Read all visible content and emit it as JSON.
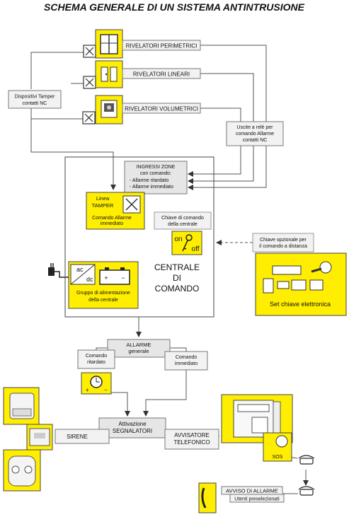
{
  "title": "SCHEMA GENERALE DI UN SISTEMA ANTINTRUSIONE",
  "colors": {
    "yellow": "#ffee00",
    "grey_box": "#e6e6e6",
    "line": "#555555",
    "text": "#111111"
  },
  "detectors": {
    "perimetrici": "RIVELATORI PERIMETRICI",
    "lineari": "RIVELATORI LINEARI",
    "volumetrici": "RIVELATORI VOLUMETRICI"
  },
  "tamper": {
    "line1": "Dispositivi Tamper",
    "line2": "contatti NC"
  },
  "uscite": {
    "line1": "Uscite a relè per",
    "line2": "comando Allarme",
    "line3": "contatti NC"
  },
  "ingressi": {
    "line1": "INGRESSI ZONE",
    "line2": "con comando:",
    "line3": "- Allarme ritardato",
    "line4": "- Allarme immediato"
  },
  "linea_tamper": {
    "line1": "Linea",
    "line2": "TAMPER",
    "line3": "Comando Allarme",
    "line4": "immediato"
  },
  "chiave": {
    "line1": "Chiave di comando",
    "line2": "della centrale",
    "on": "on",
    "off": "off"
  },
  "chiave_opz": {
    "line1": "Chiave opzionale per",
    "line2": "il comando a distanza"
  },
  "set_chiave": "Set chiave elettronica",
  "alimentazione": {
    "ac": "ac",
    "dc": "dc",
    "line1": "Gruppo di alimentazione",
    "line2": "della centrale"
  },
  "centrale": {
    "line1": "CENTRALE",
    "line2": "DI",
    "line3": "COMANDO"
  },
  "allarme": {
    "line1": "ALLARME",
    "line2": "generale"
  },
  "ritardato": {
    "line1": "Comando",
    "line2": "ritardato"
  },
  "immediato": {
    "line1": "Comando",
    "line2": "immediato"
  },
  "segnalatori": {
    "line1": "Attivazione",
    "line2": "SEGNALATORI"
  },
  "sirene": "SIRENE",
  "avvisatore": {
    "line1": "AVVISATORE",
    "line2": "TELEFONICO"
  },
  "sos": "SOS",
  "avviso": {
    "line1": "AVVISO DI ALLARME",
    "line2": "Utenti preselezionati"
  },
  "icons": [
    "window-icon",
    "door-icon",
    "volumetric-sensor-icon",
    "contact-switch-icon",
    "battery-icon",
    "plug-icon",
    "key-icon",
    "timer-icon",
    "siren-icon",
    "phone-icon",
    "handset-icon",
    "dialer-icon",
    "circuit-board-icon"
  ]
}
